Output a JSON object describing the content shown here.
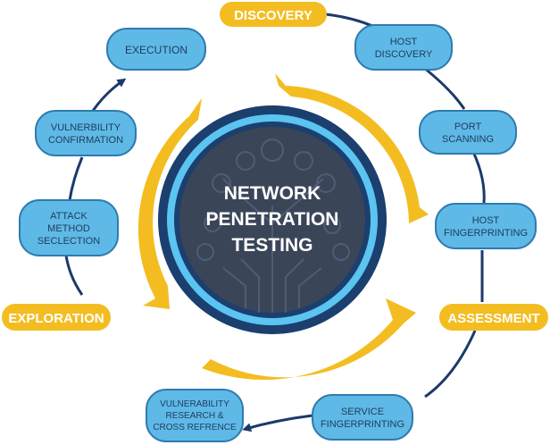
{
  "center": {
    "lines": [
      "NETWORK",
      "PENETRATION",
      "TESTING"
    ]
  },
  "phases": [
    {
      "id": "discovery",
      "label": "DISCOVERY"
    },
    {
      "id": "assessment",
      "label": "ASSESSMENT"
    },
    {
      "id": "exploration",
      "label": "EXPLORATION"
    }
  ],
  "steps": [
    {
      "id": "host-discovery",
      "lines": [
        "HOST",
        "DISCOVERY"
      ]
    },
    {
      "id": "port-scanning",
      "lines": [
        "PORT",
        "SCANNING"
      ]
    },
    {
      "id": "host-fingerprinting",
      "lines": [
        "HOST",
        "FINGERPRINTING"
      ]
    },
    {
      "id": "service-fingerprinting",
      "lines": [
        "SERVICE",
        "FINGERPRINTING"
      ]
    },
    {
      "id": "vulnerability-research",
      "lines": [
        "VULNERABILITY",
        "RESEARCH &",
        "CROSS REFRENCE"
      ]
    },
    {
      "id": "attack-method-selection",
      "lines": [
        "ATTACK",
        "METHOD",
        "SECLECTION"
      ]
    },
    {
      "id": "vulnerability-confirmation",
      "lines": [
        "VULNERBILITY",
        "CONFIRMATION"
      ]
    },
    {
      "id": "execution",
      "lines": [
        "EXECUTION"
      ]
    }
  ],
  "colors": {
    "pill_fill": "#5fb9e6",
    "pill_stroke": "#2e7bb0",
    "pill_text": "#1d3c5e",
    "phase_fill": "#f3bd21",
    "phase_text": "#ffffff",
    "connector": "#1b3a6b",
    "yellow": "#f3bd21",
    "ring_dark": "#1b3f6e",
    "ring_light": "#5bc4f0",
    "core": "#3a4558",
    "center_text": "#ffffff"
  }
}
